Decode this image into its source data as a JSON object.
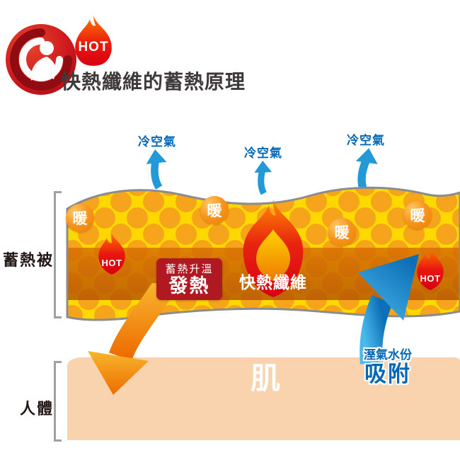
{
  "header": {
    "badge_label": "HOT",
    "title": "快熱纖維的蓄熱原理"
  },
  "labels": {
    "blanket": "蓄熱被",
    "body": "人體",
    "skin": "肌"
  },
  "cold_air": [
    {
      "label": "冷空氣"
    },
    {
      "label": "冷空氣"
    },
    {
      "label": "冷空氣"
    }
  ],
  "blanket": {
    "warm_badges": [
      {
        "label": "暖"
      },
      {
        "label": "暖"
      },
      {
        "label": "暖"
      },
      {
        "label": "暖"
      }
    ],
    "hot_flames": [
      {
        "label": "HOT"
      },
      {
        "label": "HOT"
      }
    ],
    "fiber_label": "快熱纖維",
    "heat_box": {
      "line1": "蓄熱升溫",
      "line2": "發熱"
    }
  },
  "absorption": {
    "line1": "溼氣水份",
    "line2": "吸附"
  },
  "colors": {
    "title_text": "#3e3a39",
    "cold_air_text": "#0068b7",
    "cold_air_arrow": "#2499d8",
    "band_yellow": "#ffd800",
    "band_dots": "#f6a41c",
    "band_strip": "#c96400",
    "warm_badge_orange": "#f08300",
    "flame_red": "#e60012",
    "heat_box_red": "#b01822",
    "heat_arrow_orange": "#ed6c00",
    "moisture_arrow_blue": "#1b87c9",
    "absorption_text": "#0068b7",
    "skin_peach": "#f9d3ad",
    "label_text": "#231815",
    "bracket_gray": "#9fa0a0"
  }
}
